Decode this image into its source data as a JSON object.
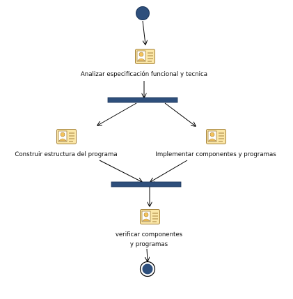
{
  "activities": [
    {
      "id": "a1",
      "label": "Analizar especificación funcional y tecnica"
    },
    {
      "id": "a2",
      "label": "Construir estructura del programa"
    },
    {
      "id": "a3",
      "label": "Implementar componentes y programas"
    },
    {
      "id": "a4",
      "label_line1": "verificar componentes",
      "label_line2": "y programas"
    }
  ],
  "colors": {
    "node_fill": "#2e4f7c",
    "bar_fill": "#2e4f7c",
    "edge": "#000000",
    "icon_body": "#fbe7a8",
    "icon_stroke": "#a5823b"
  },
  "icon_name": "activity-action-icon"
}
